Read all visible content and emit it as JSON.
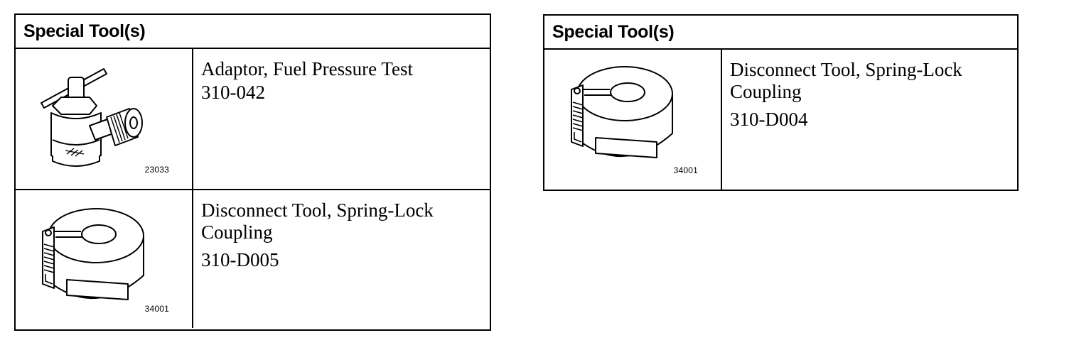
{
  "left_table": {
    "header": "Special Tool(s)",
    "rows": [
      {
        "icon": "fuel-pressure-adaptor-icon",
        "figure_number": "23033",
        "name": "Adaptor, Fuel Pressure Test",
        "number": "310-042"
      },
      {
        "icon": "spring-lock-disconnect-tool-icon",
        "figure_number": "34001",
        "name": "Disconnect Tool, Spring-Lock Coupling",
        "number": "310-D005"
      }
    ]
  },
  "right_table": {
    "header": "Special Tool(s)",
    "rows": [
      {
        "icon": "spring-lock-disconnect-tool-icon",
        "figure_number": "34001",
        "name": "Disconnect Tool, Spring-Lock Coupling",
        "number": "310-D004"
      }
    ]
  }
}
